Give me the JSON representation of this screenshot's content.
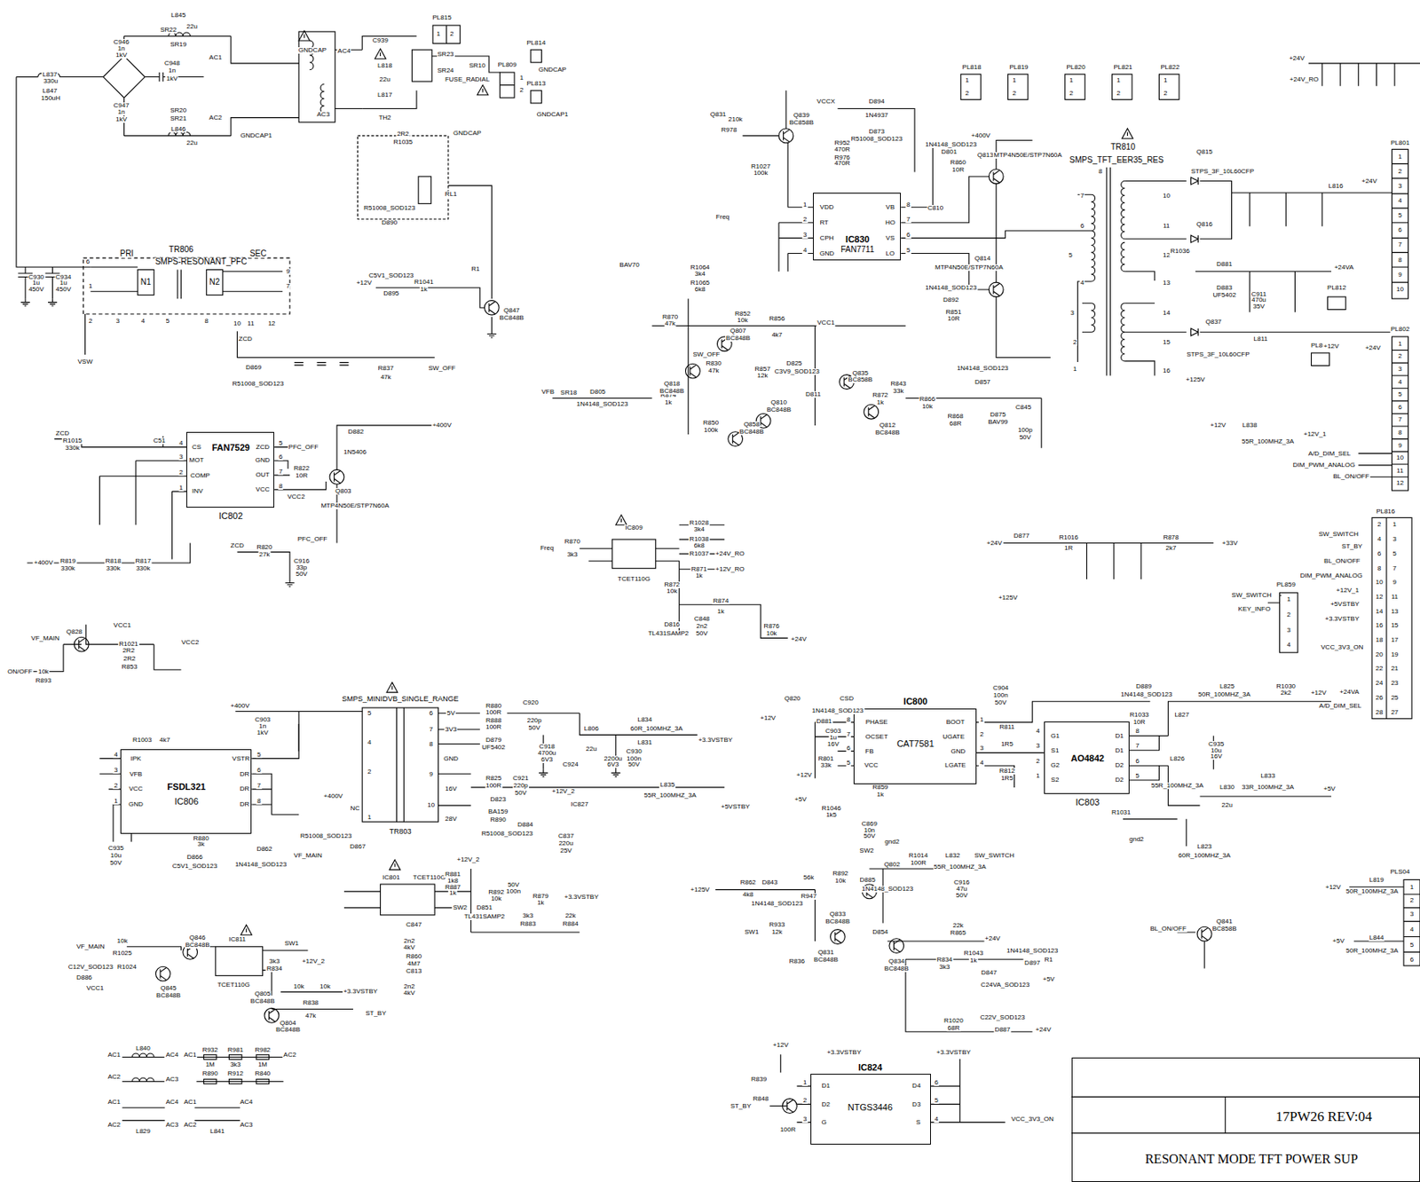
{
  "diagram": {
    "nodes": [
      {
        "text": [
          "IC830",
          "FAN7711"
        ]
      },
      {
        "text": [
          "FAN7529",
          "IC802"
        ]
      },
      {
        "text": [
          "FSDL321",
          "IC806"
        ]
      },
      {
        "text": [
          "IC800",
          "CAT7581"
        ]
      },
      {
        "text": [
          "AO4842",
          "IC803"
        ]
      },
      {
        "text": [
          "IC824",
          "NTGS3446"
        ]
      },
      {
        "text": [
          "17PW26 REV:04",
          "RESONANT MODE TFT POWER SUP"
        ]
      }
    ],
    "edges": [
      {
        "from": 3,
        "to": 4,
        "arrow": "none"
      }
    ],
    "labels": [
      "L837",
      "330u",
      "L847",
      "150uH",
      "C946",
      "1n",
      "1kV",
      "C947",
      "1n",
      "1kV",
      "L845",
      "22u",
      "SR22",
      "SR19",
      "C948",
      "1n",
      "1kV",
      "SR20",
      "SR21",
      "L846",
      "22u",
      "AC1",
      "AC2",
      "GNDCAP1",
      "GNDCAP",
      "AC4",
      "AC3",
      "C939",
      "L818",
      "22u",
      "L817",
      "TH2",
      "PL815",
      "1",
      "2",
      "SR23",
      "SR24",
      "SR10",
      "FUSE_RADIAL",
      "GNDCAP",
      "PL809",
      "1",
      "2",
      "PL814",
      "GNDCAP",
      "PL813",
      "GNDCAP1",
      "2R2",
      "R1035",
      "RL1",
      "R51008_SOD123",
      "D890",
      "+12V",
      "C5V1_SOD123",
      "D895",
      "R1041",
      "1k",
      "Q847",
      "BC848B",
      "R1",
      "PRI",
      "TR806",
      "SEC",
      "SMPS-RESONANT_PFC",
      "N1",
      "N2",
      "6",
      "1",
      "2",
      "3",
      "4",
      "5",
      "8",
      "9",
      "7",
      "10",
      "11",
      "12",
      "C930",
      "1u",
      "450V",
      "C934",
      "1u",
      "450V",
      "VSW",
      "ZCD",
      "D869",
      "R51008_SOD123",
      "R837",
      "47k",
      "SW_OFF",
      "CS",
      "MOT",
      "COMP",
      "INV",
      "4",
      "3",
      "2",
      "1",
      "ZCD",
      "GND",
      "OUT",
      "VCC",
      "5",
      "6",
      "7",
      "8",
      "ZCD",
      "R1015",
      "330k",
      "C51",
      "PFC_OFF",
      "D882",
      "1N5406",
      "+400V",
      "R822",
      "10R",
      "VCC2",
      "Q803",
      "MTP4N50E/STP7N60A",
      "R819",
      "330k",
      "R818",
      "330k",
      "R817",
      "330k",
      "+400V",
      "ZCD",
      "R820",
      "27k",
      "C916",
      "33p",
      "50V",
      "PFC_OFF",
      "VF_MAIN",
      "ON/OFF",
      "10k",
      "R893",
      "Q828",
      "VCC1",
      "R1021",
      "2R2",
      "2R2",
      "R853",
      "VCC2",
      "IPK",
      "VFB",
      "VCC",
      "GND",
      "4",
      "3",
      "2",
      "1",
      "VSTR",
      "DR",
      "DR",
      "DR",
      "5",
      "6",
      "7",
      "8",
      "R1003",
      "4k7",
      "C935",
      "10u",
      "50V",
      "R880",
      "3k",
      "D866",
      "C5V1_SOD123",
      "D862",
      "1N4148_SOD123",
      "VF_MAIN",
      "+400V",
      "C903",
      "1n",
      "1kV",
      "+400V",
      "R51008_SOD123",
      "D867",
      "NC",
      "SMPS_MINIDVB_SINGLE_RANGE",
      "TR803",
      "5",
      "4",
      "2",
      "1",
      "6",
      "7",
      "8",
      "9",
      "10",
      "5V",
      "3V3",
      "GND",
      "16V",
      "28V",
      "R880",
      "100R",
      "R888",
      "100R",
      "C920",
      "220p",
      "50V",
      "D879",
      "UF5402",
      "C918",
      "4700u",
      "6V3",
      "L806",
      "22u",
      "C924",
      "2200u",
      "6V3",
      "C930",
      "100n",
      "50V",
      "L834",
      "60R_100MHZ_3A",
      "L831",
      "+3.3VSTBY",
      "R825",
      "100R",
      "C921",
      "220p",
      "50V",
      "D823",
      "BA159",
      "R890",
      "D884",
      "R51008_SOD123",
      "+12V_2",
      "IC827",
      "L835",
      "55R_100MHZ_3A",
      "+5VSTBY",
      "C837",
      "220u",
      "25V",
      "IC801",
      "TCET110G",
      "+12V_2",
      "R881",
      "1k8",
      "R887",
      "1k",
      "SW2",
      "D851",
      "TL431SAMP2",
      "R892",
      "10k",
      "50V",
      "100n",
      "R879",
      "1k",
      "+3.3VSTBY",
      "3k3",
      "R883",
      "22k",
      "R884",
      "C847",
      "2n2",
      "4kV",
      "R860",
      "4M7",
      "C813",
      "2n2",
      "4kV",
      "VF_MAIN",
      "10k",
      "R1025",
      "D886",
      "C12V_SOD123",
      "R1024",
      "VCC1",
      "Q846",
      "BC848B",
      "IC811",
      "TCET110G",
      "SW1",
      "+12V_2",
      "3k3",
      "R834",
      "Q845",
      "BC848B",
      "Q805",
      "BC848B",
      "Q804",
      "BC848B",
      "+3.3VSTBY",
      "10k",
      "10k",
      "R838",
      "47k",
      "ST_BY",
      "AC1",
      "L840",
      "AC4",
      "AC2",
      "AC3",
      "AC1",
      "R932",
      "1M",
      "R981",
      "3k3",
      "R982",
      "1M",
      "AC2",
      "R890",
      "R912",
      "R840",
      "AC1",
      "AC4",
      "AC2",
      "AC3",
      "L829",
      "AC1",
      "AC4",
      "AC2",
      "AC3",
      "L841",
      "Q839",
      "BC858B",
      "VCCX",
      "Q831",
      "210k",
      "R978",
      "D894",
      "1N4937",
      "D873",
      "R51008_SOD123",
      "R952",
      "470R",
      "R976",
      "470R",
      "R1027",
      "100k",
      "Freq",
      "VDD",
      "RT",
      "CPH",
      "GND",
      "1",
      "2",
      "3",
      "4",
      "VB",
      "HO",
      "VS",
      "LO",
      "8",
      "7",
      "6",
      "5",
      "+400V",
      "1N4148_SOD123",
      "D801",
      "Q813",
      "MTP4N50E/STP7N60A",
      "R860",
      "10R",
      "C810",
      "Q814",
      "MTP4N50E/STP7N60A",
      "1N4148_SOD123",
      "D892",
      "R851",
      "10R",
      "1N4148_SOD123",
      "D857",
      "TR810",
      "SMPS_TFT_EER35_RES",
      "8",
      "7",
      "6",
      "5",
      "4",
      "3",
      "2",
      "1",
      "10",
      "11",
      "12",
      "13",
      "14",
      "15",
      "16",
      "Q815",
      "STPS_3F_10L60CFP",
      "Q816",
      "R1036",
      "D881",
      "D883",
      "UF5402",
      "+24VA",
      "C911",
      "470u",
      "35V",
      "+24V_RO",
      "L816",
      "+24V",
      "PL801",
      "PL812",
      "PL800",
      "PL802",
      "Q837",
      "STPS_3F_10L60CFP",
      "L811",
      "+12V",
      "+125V",
      "1",
      "2",
      "3",
      "4",
      "5",
      "6",
      "7",
      "8",
      "9",
      "10",
      "1",
      "2",
      "3",
      "4",
      "5",
      "6",
      "7",
      "8",
      "9",
      "10",
      "11",
      "12",
      "A/D_DIM_SEL",
      "DIM_PWM_ANALOG",
      "BL_ON/OFF",
      "+12V",
      "L838",
      "+12V_1",
      "55R_100MHZ_3A",
      "+24V",
      "PL818",
      "1",
      "2",
      "PL819",
      "1",
      "2",
      "PL820",
      "1",
      "2",
      "PL821",
      "1",
      "2",
      "PL822",
      "1",
      "2",
      "+24V",
      "PL816",
      "2",
      "1",
      "4",
      "3",
      "6",
      "5",
      "8",
      "7",
      "10",
      "9",
      "12",
      "11",
      "14",
      "13",
      "16",
      "15",
      "18",
      "17",
      "20",
      "19",
      "22",
      "21",
      "24",
      "23",
      "26",
      "25",
      "28",
      "27",
      "SW_SWITCH",
      "ST_BY",
      "BL_ON/OFF",
      "DIM_PWM_ANALOG",
      "+12V_1",
      "+5VSTBY",
      "+3.3VSTBY",
      "VCC_3V3_ON",
      "+24VA",
      "A/D_DIM_SEL",
      "PL859",
      "SW_SWITCH",
      "KEY_INFO",
      "1",
      "2",
      "3",
      "4",
      "+24V",
      "D877",
      "R1016",
      "1R",
      "R878",
      "2k7",
      "+33V",
      "+125V",
      "Freq",
      "R870",
      "3k3",
      "IC809",
      "TCET110G",
      "R1028",
      "3k4",
      "R1038",
      "6k8",
      "R1037",
      "+24V_RO",
      "R871",
      "1k",
      "+12V_RO",
      "R872",
      "10k",
      "R874",
      "1k",
      "D816",
      "TL431SAMP2",
      "C848",
      "2n2",
      "50V",
      "R876",
      "10k",
      "+24V",
      "VFB",
      "SR18",
      "D805",
      "1N4148_SOD123",
      "R874",
      "1k",
      "BAV70",
      "R1064",
      "3k4",
      "R1065",
      "6k8",
      "R852",
      "10k",
      "Q807",
      "BC848B",
      "R870",
      "47k",
      "SW_OFF",
      "R830",
      "47k",
      "Q818",
      "BC848B",
      "R856",
      "4k7",
      "VCC1",
      "R857",
      "12k",
      "D825",
      "C3V9_SOD123",
      "Q835",
      "BC858B",
      "D811",
      "Q810",
      "BC848B",
      "Q858",
      "BC848B",
      "R850",
      "100k",
      "R872",
      "1k",
      "R843",
      "33k",
      "Q812",
      "BC848B",
      "R866",
      "10k",
      "R868",
      "68R",
      "D875",
      "BAV99",
      "C845",
      "100p",
      "50V",
      "PHASE",
      "OCSET",
      "FB",
      "VCC",
      "8",
      "7",
      "6",
      "5",
      "BOOT",
      "UGATE",
      "GND",
      "LGATE",
      "1",
      "2",
      "3",
      "4",
      "G1",
      "S1",
      "G2",
      "S2",
      "4",
      "3",
      "2",
      "1",
      "D1",
      "D1",
      "D2",
      "D2",
      "8",
      "7",
      "6",
      "5",
      "CSD",
      "+12V",
      "Q820",
      "1N4148_SOD123",
      "D881",
      "C903",
      "1u",
      "16V",
      "R801",
      "33k",
      "+12V",
      "+5V",
      "R1046",
      "1k5",
      "C869",
      "10n",
      "50V",
      "R859",
      "1k",
      "gnd2",
      "C904",
      "100n",
      "50V",
      "R811",
      "1R5",
      "R812",
      "1R5",
      "D889",
      "1N4148_SOD123",
      "R1033",
      "10R",
      "L827",
      "L825",
      "50R_100MHZ_3A",
      "R1030",
      "2k2",
      "+12V",
      "L826",
      "55R_100MHZ_3A",
      "C935",
      "10u",
      "16V",
      "L830",
      "22u",
      "L833",
      "33R_100MHZ_3A",
      "+5V",
      "R1031",
      "gnd2",
      "L823",
      "60R_100MHZ_3A",
      "SW2",
      "Q802",
      "R1014",
      "100R",
      "L832",
      "55R_100MHZ_3A",
      "SW_SWITCH",
      "C916",
      "47u",
      "50V",
      "+125V",
      "R862",
      "4k8",
      "D843",
      "1N4148_SOD123",
      "R947",
      "56k",
      "R892",
      "10k",
      "D885",
      "1N4148_SOD123",
      "Q833",
      "BC848B",
      "SW1",
      "R933",
      "12k",
      "R836",
      "Q831",
      "BC848B",
      "D854",
      "22k",
      "R865",
      "+24V",
      "Q834",
      "BC848B",
      "R834",
      "3k3",
      "R1043",
      "1k",
      "1N4148_SOD123",
      "D897",
      "D847",
      "C24VA_SOD123",
      "+5V",
      "R1",
      "R1020",
      "68R",
      "C22V_SOD123",
      "D887",
      "+24V",
      "BL_ON/OFF",
      "Q841",
      "BC858B",
      "PLS04",
      "1",
      "2",
      "3",
      "4",
      "5",
      "6",
      "+12V",
      "L819",
      "50R_100MHZ_3A",
      "+5V",
      "L844",
      "50R_100MHZ_3A",
      "+12V",
      "+3.3VSTBY",
      "+3.3VSTBY",
      "R839",
      "ST_BY",
      "R848",
      "100R",
      "VCC_3V3_ON",
      "D1",
      "D2",
      "G",
      "1",
      "2",
      "3",
      "D4",
      "D3",
      "S",
      "6",
      "5",
      "4"
    ]
  }
}
